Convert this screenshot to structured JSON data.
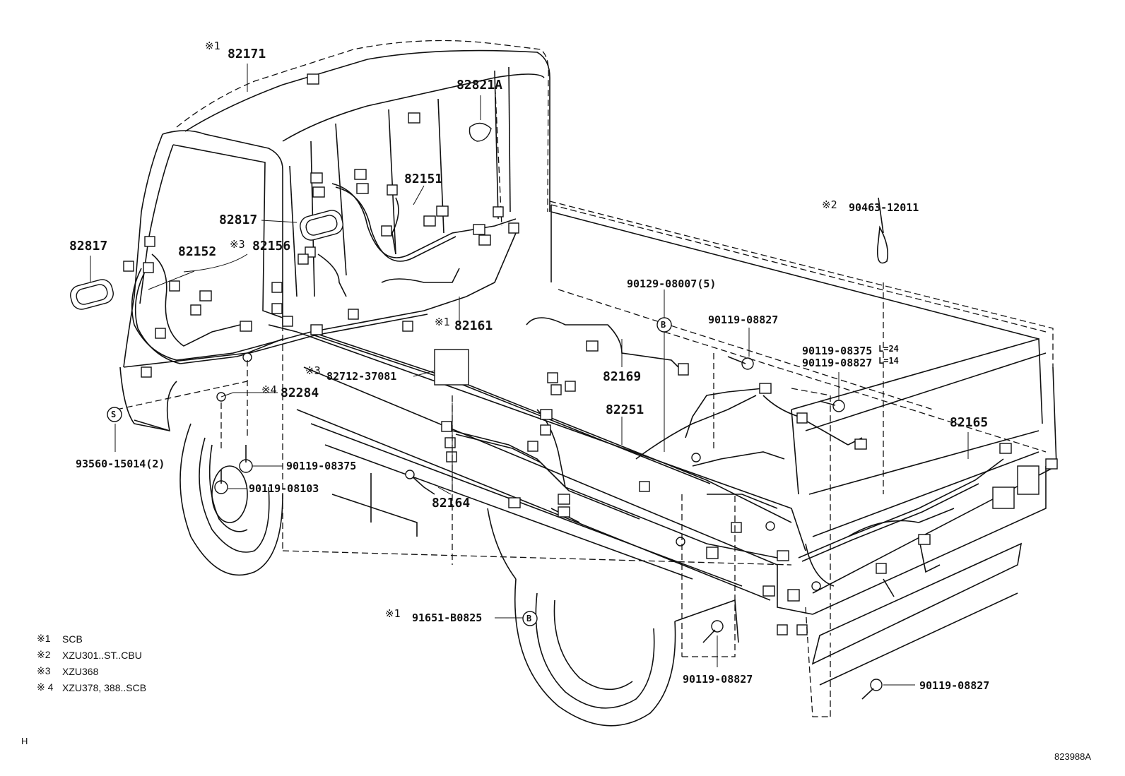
{
  "labels": {
    "p82171": "82171",
    "p82821a": "82821A",
    "p82151": "82151",
    "p90463": "90463-12011",
    "p82817_cab": "82817",
    "p82817_side": "82817",
    "p82152": "82152",
    "p82156": "82156",
    "p90129": "90129-08007(5)",
    "p90119_08827_a": "90119-08827",
    "p82161": "82161",
    "p90119_08375_a": "90119-08375",
    "p90119_08827_b": "90119-08827",
    "l24": "L=24",
    "l14": "L=14",
    "p82169": "82169",
    "p82712": "82712-37081",
    "p82284": "82284",
    "p82251": "82251",
    "p82165": "82165",
    "p93560": "93560-15014(2)",
    "p90119_08375_b": "90119-08375",
    "p90119_08103": "90119-08103",
    "p82164": "82164",
    "p91651": "91651-B0825",
    "p90119_08827_c": "90119-08827",
    "p90119_08827_d": "90119-08827"
  },
  "marks": {
    "m1_a": "※1",
    "m2": "※2",
    "m3_a": "※3",
    "m1_b": "※1",
    "m3_b": "※3",
    "m4": "※4",
    "m1_c": "※1"
  },
  "callouts": {
    "b_top": "B",
    "b_bottom": "B",
    "s_left": "S"
  },
  "legend": [
    {
      "key": "※1",
      "text": "SCB"
    },
    {
      "key": "※2",
      "text": "XZU301..ST..CBU"
    },
    {
      "key": "※3",
      "text": "XZU368"
    },
    {
      "key": "※ 4",
      "text": "XZU378, 388..SCB"
    }
  ],
  "footer": {
    "figure_id": "823988A",
    "corner_mark": "H"
  }
}
